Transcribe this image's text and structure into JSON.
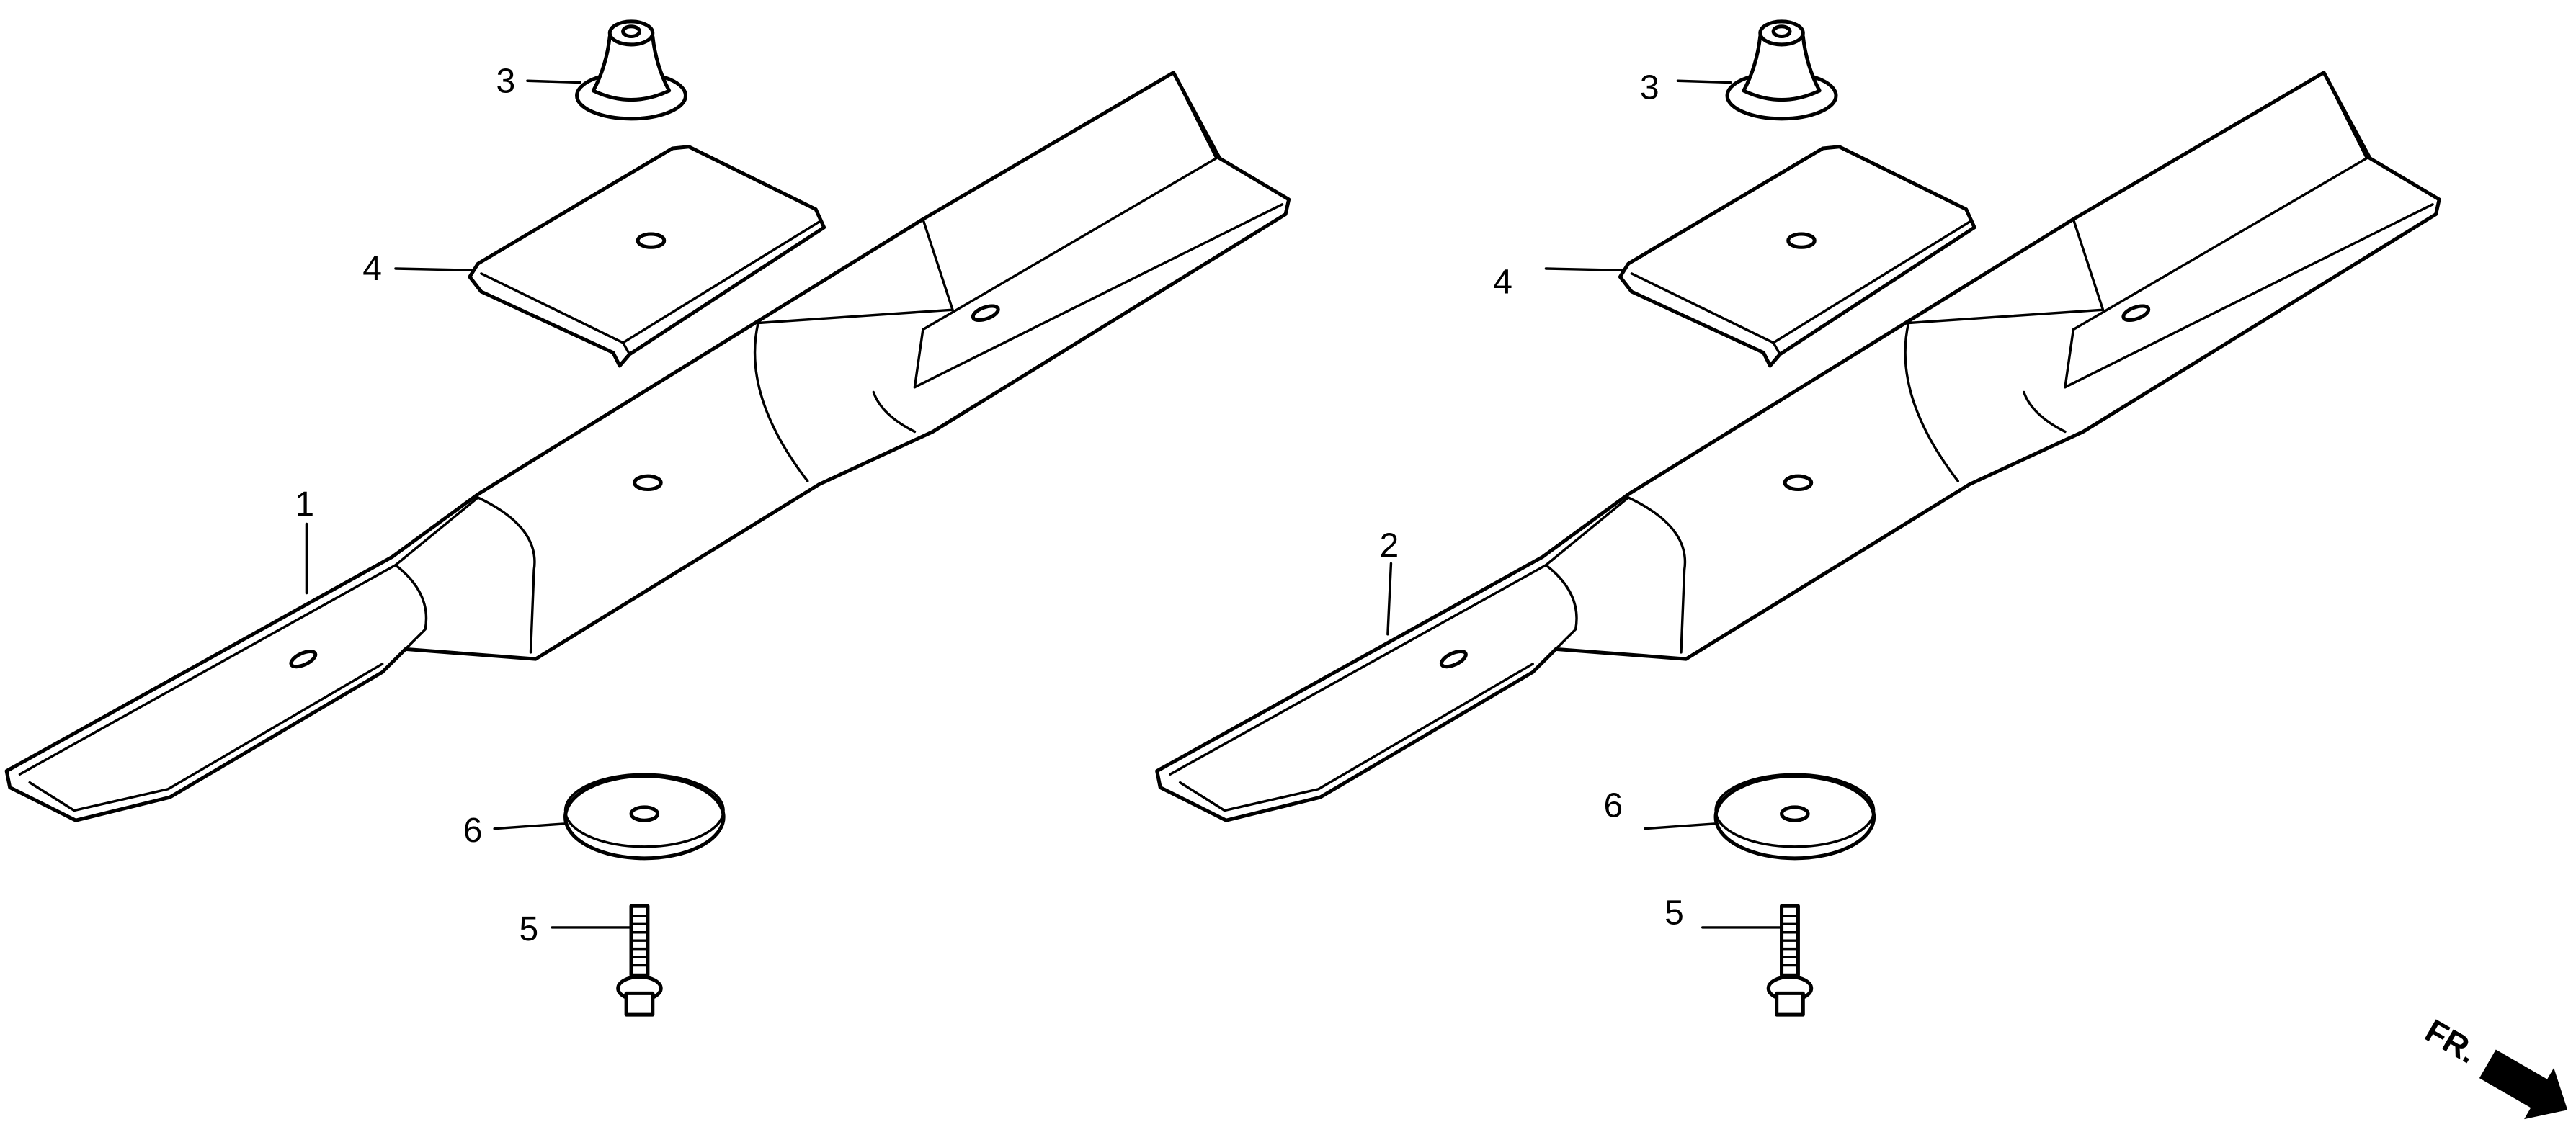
{
  "diagram": {
    "left_assembly": {
      "callouts": {
        "blade": "1",
        "nut": "3",
        "plate": "4",
        "bolt": "5",
        "washer": "6"
      }
    },
    "right_assembly": {
      "callouts": {
        "blade": "2",
        "nut": "3",
        "plate": "4",
        "bolt": "5",
        "washer": "6"
      }
    },
    "direction_indicator": {
      "label": "FR."
    }
  }
}
